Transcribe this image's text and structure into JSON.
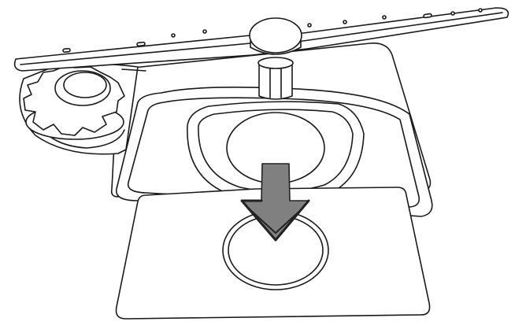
{
  "diagram": {
    "subject": "dishwasher-filter-and-spray-arm",
    "colors": {
      "line": "#1a1a1a",
      "fill": "#ffffff",
      "arrow_fill": "#808080",
      "arrow_stroke": "#222222"
    },
    "parts": [
      {
        "name": "lower-spray-arm",
        "icon": "spray-arm"
      },
      {
        "name": "spray-arm-hub",
        "icon": "hub"
      },
      {
        "name": "cylinder-filter-knob",
        "icon": "knob"
      },
      {
        "name": "sump-housing",
        "icon": "sump"
      },
      {
        "name": "coarse-filter-frame",
        "icon": "frame"
      },
      {
        "name": "fine-filter-plate",
        "icon": "plate"
      },
      {
        "name": "insert-direction-arrow",
        "icon": "arrow-down"
      }
    ]
  }
}
